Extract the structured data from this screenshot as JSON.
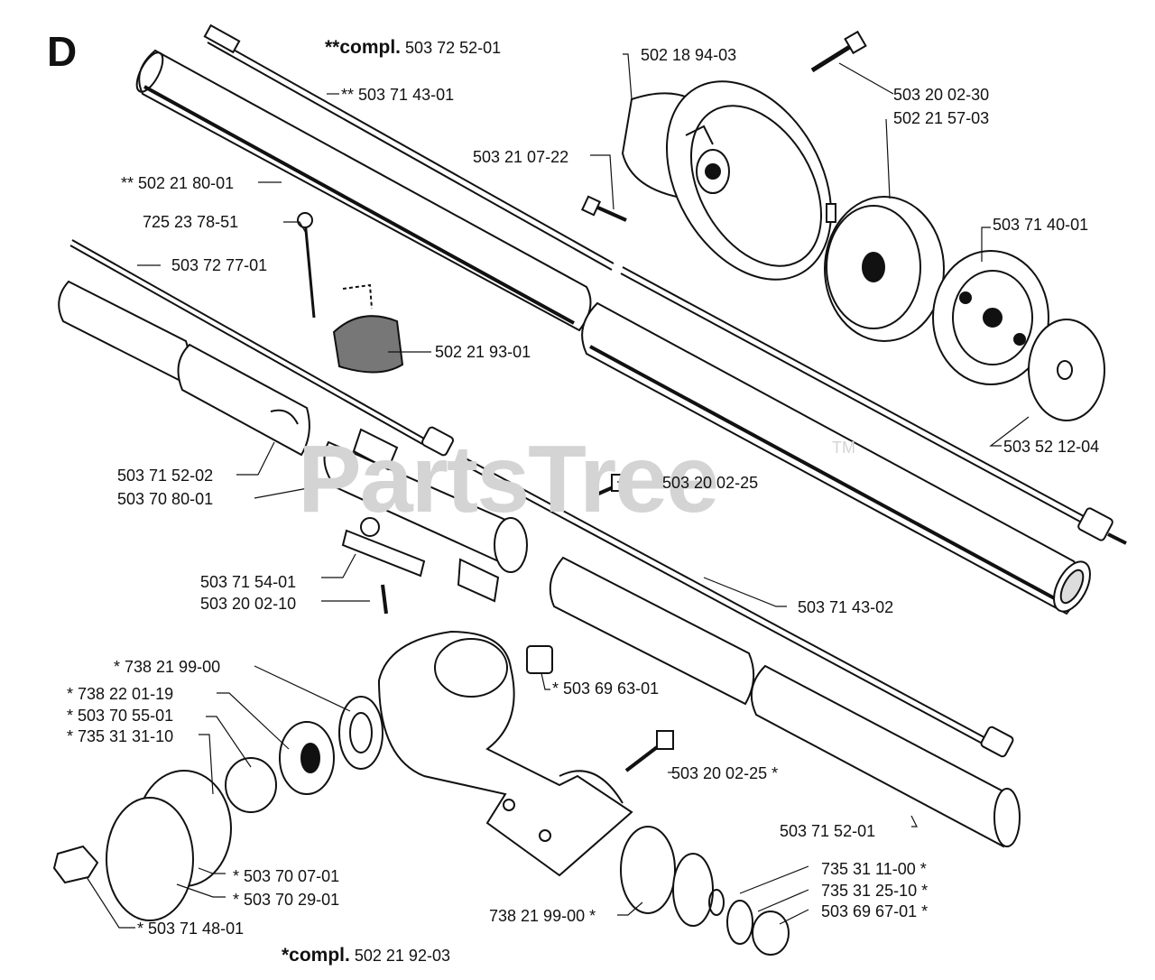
{
  "section_letter": "D",
  "watermark": {
    "brand": "PartsTree",
    "tm": "TM"
  },
  "compl_upper": {
    "prefix": "**compl.",
    "part": "503 72 52-01"
  },
  "compl_lower": {
    "prefix": "*compl.",
    "part": "502 21 92-03"
  },
  "labels": [
    "502 18 94-03",
    "503 20 02-30",
    "502 21 57-03",
    "** 503 71 43-01",
    "503 21 07-22",
    "** 502 21 80-01",
    "725 23 78-51",
    "503 72 77-01",
    "503 71 40-01",
    "502 21 93-01",
    "503 52 12-04",
    "503 71 52-02",
    "503 70 80-01",
    "503 20 02-25",
    "503 71 54-01",
    "503 20 02-10",
    "503 71 43-02",
    "* 738 21 99-00",
    "* 738 22 01-19",
    "* 503 70 55-01",
    "* 735 31 31-10",
    "* 503 69 63-01",
    "503 20 02-25 *",
    "503 71 52-01",
    "* 503 70 07-01",
    "* 503 70 29-01",
    "735 31 11-00 *",
    "735 31 25-10 *",
    "738 21 99-00 *",
    "503 69 67-01 *",
    "* 503 71 48-01"
  ]
}
